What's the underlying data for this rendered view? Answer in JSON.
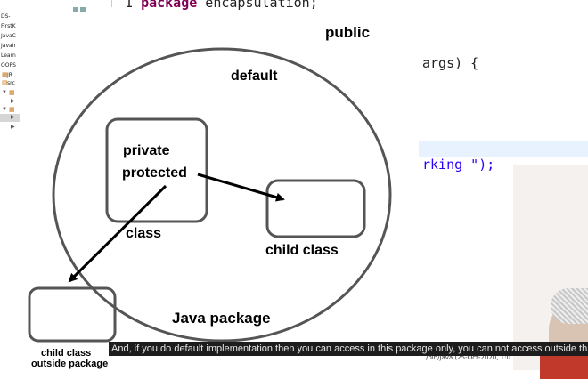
{
  "explorer": {
    "items": [
      "DS-",
      "FirstK",
      "JavaC",
      "JavaIr",
      "Learn",
      "OOPS",
      "JR",
      "src"
    ]
  },
  "editor": {
    "line_number": "1",
    "line1_keyword": "package",
    "line1_rest": " encapsulation;",
    "code_args": "args) {",
    "code_print_text": "rking \");",
    "console_path": "/bin/java  (25-Oct-2020, 1:0"
  },
  "slide": {
    "labels": {
      "public": "public",
      "default": "default",
      "private": "private",
      "protected": "protected",
      "class": "class",
      "child_class": "child class",
      "java_package": "Java package",
      "child_class_outside_1": "child class",
      "child_class_outside_2": "outside package"
    }
  },
  "caption": {
    "text": "And, if you do default implementation then you can access in this package only, you can not access outside this"
  }
}
